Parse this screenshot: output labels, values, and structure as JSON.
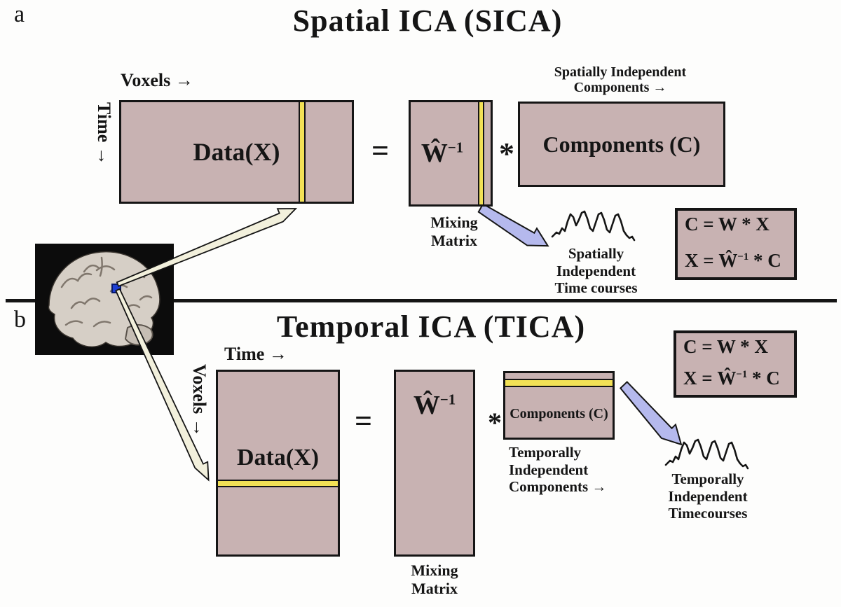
{
  "colors": {
    "matrix_fill": "#c8b2b2",
    "stripe_yellow": "#f2e156",
    "arrow_lavender": "#b5b9ed",
    "arrow_cream": "#f2f0dc",
    "line_black": "#151515"
  },
  "panel_a": {
    "label": "a",
    "title": "Spatial ICA (SICA)",
    "voxels_axis": "Voxels →",
    "time_axis": "Time →",
    "data_matrix_label": "Data(X)",
    "equals": "=",
    "unmixing_symbol": {
      "base": "Ŵ",
      "sup": "−1"
    },
    "mixing_caption": "Mixing\nMatrix",
    "times": "*",
    "components_header": "Spatially Independent\nComponents →",
    "components_matrix_label": "Components (C)",
    "timecourse_caption": "Spatially\nIndependent\nTime courses",
    "equations": {
      "line1": "C = W * X",
      "line2_prefix": "X = ",
      "line2_base": "Ŵ",
      "line2_sup": "−1",
      "line2_suffix": " * C"
    }
  },
  "panel_b": {
    "label": "b",
    "title": "Temporal ICA (TICA)",
    "time_axis": "Time →",
    "voxels_axis": "Voxels →",
    "data_matrix_label": "Data(X)",
    "equals": "=",
    "unmixing_symbol": {
      "base": "Ŵ",
      "sup": "−1"
    },
    "mixing_caption": "Mixing\nMatrix",
    "times": "*",
    "components_matrix_label": "Components (C)",
    "components_caption": "Temporally\nIndependent\nComponents →",
    "timecourse_caption": "Temporally\nIndependent\nTimecourses",
    "equations": {
      "line1": "C = W * X",
      "line2_prefix": "X = ",
      "line2_base": "Ŵ",
      "line2_sup": "−1",
      "line2_suffix": " * C"
    }
  }
}
